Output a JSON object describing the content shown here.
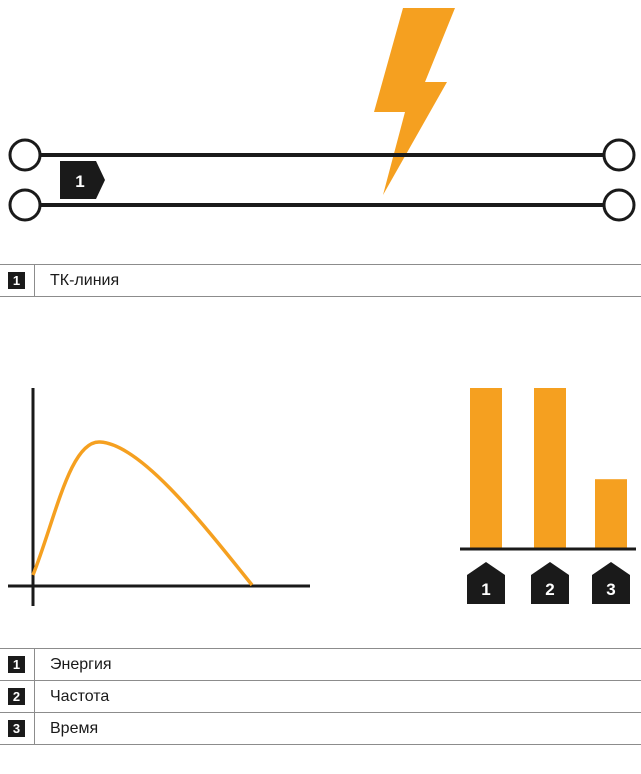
{
  "accent_color": "#f5a020",
  "dark_color": "#1a1a1a",
  "top_diagram": {
    "marker_label": "1",
    "icon": "lightning-bolt-icon"
  },
  "legend_top": [
    {
      "num": "1",
      "text": "ТК-линия"
    }
  ],
  "bottom_diagram": {
    "bar_labels": [
      "1",
      "2",
      "3"
    ],
    "bar_values": [
      1.0,
      1.0,
      0.43
    ],
    "curve": "energy-over-time-curve"
  },
  "legend_bottom": [
    {
      "num": "1",
      "text": "Энергия"
    },
    {
      "num": "2",
      "text": "Частота"
    },
    {
      "num": "3",
      "text": "Время"
    }
  ]
}
